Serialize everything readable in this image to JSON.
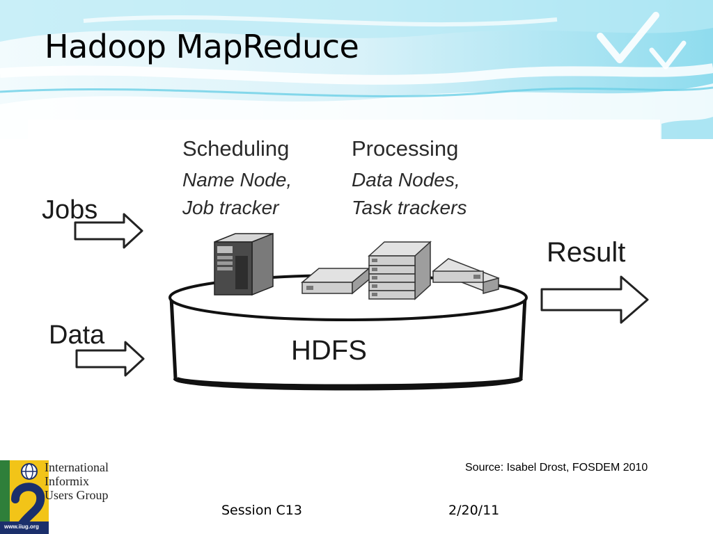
{
  "slide": {
    "title": "Hadoop MapReduce"
  },
  "diagram": {
    "inputs": [
      {
        "label": "Jobs"
      },
      {
        "label": "Data"
      }
    ],
    "scheduling": {
      "heading": "Scheduling",
      "line1": "Name Node,",
      "line2": "Job tracker"
    },
    "processing": {
      "heading": "Processing",
      "line1": "Data Nodes,",
      "line2": "Task trackers"
    },
    "storage_label": "HDFS",
    "output_label": "Result"
  },
  "source_note": "Source: Isabel Drost, FOSDEM 2010",
  "footer": {
    "session": "Session C13",
    "date": "2/20/11"
  },
  "logo": {
    "line1": "International",
    "line2": "Informix",
    "line3": "Users Group",
    "url": "www.iiug.org",
    "colors": {
      "green": "#2f7f3a",
      "yellow": "#f2c418",
      "navy": "#1b2f6b"
    }
  },
  "theme": {
    "banner_light": "#eaf7fb",
    "banner_cyan": "#5fcde6"
  }
}
